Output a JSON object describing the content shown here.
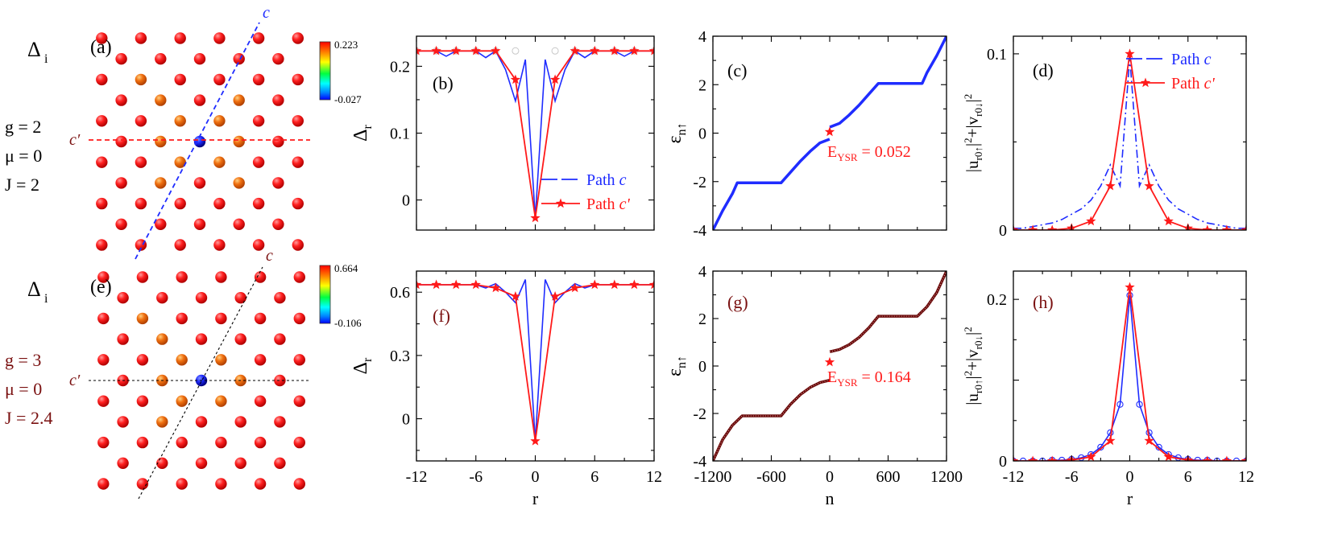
{
  "colors": {
    "red": "#ff1a1a",
    "blue": "#1f2cff",
    "darkred": "#7a1010",
    "orange": "#f07010",
    "yellow": "#f2f20a",
    "cb_top": "#ff0000",
    "cb_mid": "#00ff40",
    "cb_bottom": "#0000ff"
  },
  "lattice_panels": [
    {
      "panel_label": "(a)",
      "delta_label": "Δ",
      "delta_sub": "i",
      "params": [
        "g = 2",
        "μ = 0",
        "J = 2"
      ],
      "params_color": "#000000",
      "colorbar_max": "0.223",
      "colorbar_min": "-0.027",
      "path_c_label": "c",
      "path_cp_label": "c′",
      "line_color": "#1f2cff",
      "cp_line_color": "#ff1a1a",
      "orange_sites": [
        [
          -2,
          0
        ],
        [
          2,
          0
        ],
        [
          -1,
          -1
        ],
        [
          1,
          -1
        ],
        [
          -1,
          1
        ],
        [
          1,
          1
        ],
        [
          -2,
          -2
        ],
        [
          2,
          -2
        ],
        [
          -2,
          2
        ],
        [
          2,
          2
        ],
        [
          -3,
          -3
        ]
      ],
      "yellow_sites": [
        [
          -1,
          -2
        ],
        [
          1,
          -2
        ],
        [
          -1,
          2
        ],
        [
          1,
          2
        ]
      ]
    },
    {
      "panel_label": "(e)",
      "delta_label": "Δ",
      "delta_sub": "i",
      "params": [
        "g = 3",
        "μ = 0",
        "J = 2.4"
      ],
      "params_color": "#7a1010",
      "colorbar_max": "0.664",
      "colorbar_min": "-0.106",
      "path_c_label": "c",
      "path_cp_label": "c′",
      "line_color": "#000000",
      "cp_line_color": "#000000",
      "orange_sites": [
        [
          -2,
          0
        ],
        [
          2,
          0
        ],
        [
          -1,
          -1
        ],
        [
          1,
          -1
        ],
        [
          -1,
          1
        ],
        [
          1,
          1
        ],
        [
          -2,
          -2
        ],
        [
          -2,
          2
        ],
        [
          -3,
          -3
        ]
      ],
      "yellow_sites": []
    }
  ],
  "chart_data": [
    {
      "panel": "(b)",
      "type": "line",
      "xlabel": "",
      "ylabel": "Δr",
      "xlim": [
        -12,
        12
      ],
      "ylim": [
        -0.045,
        0.245
      ],
      "xticks": [
        -12,
        -6,
        0,
        6,
        12
      ],
      "xtick_labels": false,
      "yticks": [
        0,
        0.1,
        0.2
      ],
      "ytick_labels": [
        "0",
        "0.1",
        "0.2"
      ],
      "series": [
        {
          "name": "Path c",
          "style": "dashed-blue",
          "x": [
            -12,
            -11,
            -10,
            -9,
            -8,
            -7,
            -6,
            -5,
            -4,
            -3,
            -2,
            -1,
            0,
            1,
            2,
            3,
            4,
            5,
            6,
            7,
            8,
            9,
            10,
            11,
            12
          ],
          "y": [
            0.223,
            0.223,
            0.223,
            0.215,
            0.223,
            0.223,
            0.223,
            0.213,
            0.223,
            0.195,
            0.148,
            0.21,
            -0.027,
            0.21,
            0.148,
            0.195,
            0.223,
            0.213,
            0.223,
            0.223,
            0.223,
            0.215,
            0.223,
            0.223,
            0.223
          ]
        },
        {
          "name": "Path c'",
          "style": "red-star",
          "x": [
            -12,
            -10,
            -8,
            -6,
            -4,
            -2,
            0,
            2,
            4,
            6,
            8,
            10,
            12
          ],
          "y": [
            0.223,
            0.223,
            0.223,
            0.223,
            0.223,
            0.18,
            -0.027,
            0.18,
            0.223,
            0.223,
            0.223,
            0.223,
            0.223
          ]
        }
      ],
      "legend": {
        "position": "bottom-right",
        "entries": [
          "Path c",
          "Path c'"
        ]
      },
      "gray_markers_x": [
        -12,
        -10,
        -8,
        -6,
        -4,
        -2,
        2,
        4,
        6,
        8,
        10,
        12
      ]
    },
    {
      "panel": "(c)",
      "type": "line",
      "xlabel": "",
      "ylabel": "εn↑",
      "xlim": [
        -1200,
        1200
      ],
      "ylim": [
        -4,
        4
      ],
      "xticks": [
        -1200,
        -600,
        0,
        600,
        1200
      ],
      "xtick_labels": false,
      "yticks": [
        -4,
        -2,
        0,
        2,
        4
      ],
      "ytick_labels": [
        "-4",
        "-2",
        "0",
        "2",
        "4"
      ],
      "series": [
        {
          "name": "",
          "style": "dense-blue",
          "x": [
            -1200,
            -1100,
            -1000,
            -950,
            -500,
            -400,
            -300,
            -200,
            -100,
            -1,
            1,
            100,
            200,
            300,
            400,
            500,
            950,
            1000,
            1100,
            1200
          ],
          "y": [
            -4,
            -3.2,
            -2.5,
            -2.05,
            -2.05,
            -1.6,
            -1.15,
            -0.75,
            -0.4,
            -0.25,
            0.25,
            0.4,
            0.75,
            1.15,
            1.6,
            2.05,
            2.05,
            2.5,
            3.2,
            4
          ]
        }
      ],
      "ysr_point": {
        "x": 0,
        "y": 0.052
      },
      "annotation": {
        "text": "E",
        "sub": "YSR",
        "tail": " = 0.052"
      }
    },
    {
      "panel": "(d)",
      "type": "line",
      "xlabel": "",
      "ylabel": "|u_r0↑|²+|v_r0↓|²",
      "xlim": [
        -12,
        12
      ],
      "ylim": [
        0,
        0.11
      ],
      "xticks": [
        -12,
        -6,
        0,
        6,
        12
      ],
      "xtick_labels": false,
      "yticks": [
        0,
        0.1
      ],
      "ytick_labels": [
        "0",
        "0.1"
      ],
      "series": [
        {
          "name": "Path c",
          "style": "dashdot-blue",
          "x": [
            -12,
            -11,
            -10,
            -9,
            -8,
            -7,
            -6,
            -5,
            -4,
            -3,
            -2,
            -1,
            0,
            1,
            2,
            3,
            4,
            5,
            6,
            7,
            8,
            9,
            10,
            11,
            12
          ],
          "y": [
            0.001,
            0.001,
            0.002,
            0.003,
            0.004,
            0.006,
            0.009,
            0.012,
            0.017,
            0.025,
            0.037,
            0.025,
            0.098,
            0.025,
            0.037,
            0.025,
            0.017,
            0.012,
            0.009,
            0.006,
            0.004,
            0.003,
            0.002,
            0.001,
            0.001
          ]
        },
        {
          "name": "Path c'",
          "style": "red-star",
          "x": [
            -12,
            -10,
            -8,
            -6,
            -4,
            -2,
            0,
            2,
            4,
            6,
            8,
            10,
            12
          ],
          "y": [
            0,
            0,
            0,
            0.001,
            0.005,
            0.025,
            0.1,
            0.025,
            0.005,
            0.001,
            0,
            0,
            0
          ]
        }
      ],
      "legend": {
        "position": "top-right",
        "entries": [
          "Path c",
          "Path c'"
        ]
      }
    },
    {
      "panel": "(f)",
      "type": "line",
      "xlabel": "r",
      "ylabel": "Δr",
      "xlim": [
        -12,
        12
      ],
      "ylim": [
        -0.2,
        0.7
      ],
      "xticks": [
        -12,
        -6,
        0,
        6,
        12
      ],
      "xtick_labels": [
        "-12",
        "-6",
        "0",
        "6",
        "12"
      ],
      "yticks": [
        0,
        0.3,
        0.6
      ],
      "ytick_labels": [
        "0",
        "0.3",
        "0.6"
      ],
      "series": [
        {
          "name": "Path c",
          "style": "solid-blue",
          "x": [
            -12,
            -11,
            -10,
            -9,
            -8,
            -7,
            -6,
            -5,
            -4,
            -3,
            -2,
            -1,
            0,
            1,
            2,
            3,
            4,
            5,
            6,
            7,
            8,
            9,
            10,
            11,
            12
          ],
          "y": [
            0.635,
            0.635,
            0.635,
            0.635,
            0.635,
            0.635,
            0.635,
            0.62,
            0.64,
            0.6,
            0.55,
            0.66,
            -0.106,
            0.66,
            0.55,
            0.6,
            0.64,
            0.62,
            0.635,
            0.635,
            0.635,
            0.635,
            0.635,
            0.635,
            0.635
          ]
        },
        {
          "name": "Path c'",
          "style": "red-star",
          "x": [
            -12,
            -10,
            -8,
            -6,
            -4,
            -2,
            0,
            2,
            4,
            6,
            8,
            10,
            12
          ],
          "y": [
            0.635,
            0.635,
            0.635,
            0.635,
            0.62,
            0.58,
            -0.106,
            0.58,
            0.62,
            0.635,
            0.635,
            0.635,
            0.635
          ]
        }
      ]
    },
    {
      "panel": "(g)",
      "type": "line",
      "xlabel": "n",
      "ylabel": "εn↑",
      "xlim": [
        -1200,
        1200
      ],
      "ylim": [
        -4,
        4
      ],
      "xticks": [
        -1200,
        -600,
        0,
        600,
        1200
      ],
      "xtick_labels": [
        "-1200",
        "-600",
        "0",
        "600",
        "1200"
      ],
      "yticks": [
        -4,
        -2,
        0,
        2,
        4
      ],
      "ytick_labels": [
        "-4",
        "-2",
        "0",
        "2",
        "4"
      ],
      "series": [
        {
          "name": "",
          "style": "dense-darkred",
          "x": [
            -1200,
            -1100,
            -1000,
            -900,
            -500,
            -400,
            -300,
            -200,
            -100,
            -1,
            1,
            100,
            200,
            300,
            400,
            500,
            900,
            1000,
            1100,
            1200
          ],
          "y": [
            -4,
            -3.1,
            -2.5,
            -2.1,
            -2.1,
            -1.6,
            -1.2,
            -0.9,
            -0.7,
            -0.6,
            0.6,
            0.7,
            0.9,
            1.2,
            1.6,
            2.1,
            2.1,
            2.5,
            3.1,
            4
          ]
        }
      ],
      "ysr_point": {
        "x": 0,
        "y": 0.164
      },
      "annotation": {
        "text": "E",
        "sub": "YSR",
        "tail": " = 0.164"
      }
    },
    {
      "panel": "(h)",
      "type": "line",
      "xlabel": "r",
      "ylabel": "|u_r0↑|²+|v_r0↓|²",
      "xlim": [
        -12,
        12
      ],
      "ylim": [
        0,
        0.235
      ],
      "xticks": [
        -12,
        -6,
        0,
        6,
        12
      ],
      "xtick_labels": [
        "-12",
        "-6",
        "0",
        "6",
        "12"
      ],
      "yticks": [
        0,
        0.1,
        0.2
      ],
      "ytick_labels": [
        "0",
        "",
        "0.2"
      ],
      "series": [
        {
          "name": "Path c",
          "style": "blue-circle",
          "x": [
            -12,
            -11,
            -10,
            -9,
            -8,
            -7,
            -6,
            -5,
            -4,
            -3,
            -2,
            -1,
            0,
            1,
            2,
            3,
            4,
            5,
            6,
            7,
            8,
            9,
            10,
            11,
            12
          ],
          "y": [
            0,
            0,
            0,
            0,
            0.001,
            0.001,
            0.002,
            0.004,
            0.008,
            0.017,
            0.035,
            0.07,
            0.205,
            0.07,
            0.035,
            0.017,
            0.008,
            0.004,
            0.002,
            0.001,
            0.001,
            0,
            0,
            0,
            0
          ]
        },
        {
          "name": "Path c'",
          "style": "red-star",
          "x": [
            -12,
            -10,
            -8,
            -6,
            -4,
            -2,
            0,
            2,
            4,
            6,
            8,
            10,
            12
          ],
          "y": [
            0,
            0,
            0,
            0.001,
            0.005,
            0.025,
            0.215,
            0.025,
            0.005,
            0.001,
            0,
            0,
            0
          ]
        }
      ]
    }
  ]
}
